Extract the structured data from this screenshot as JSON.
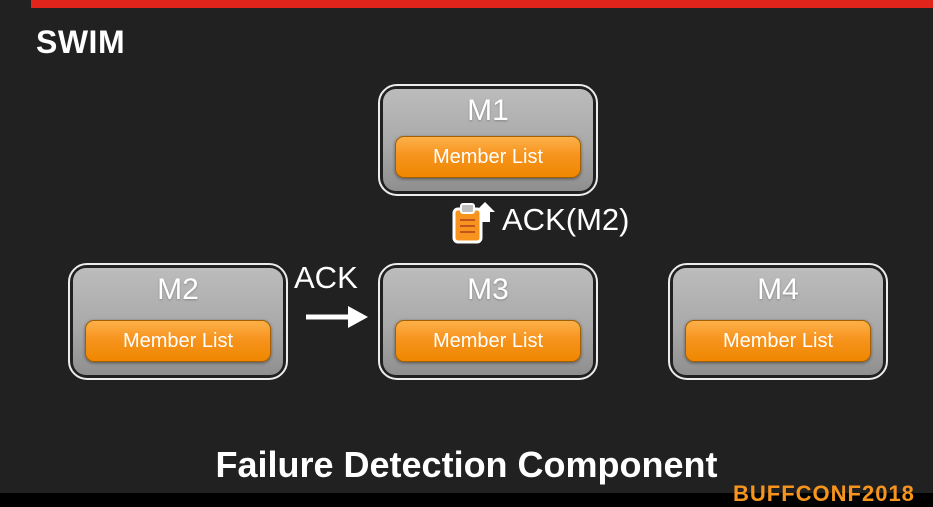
{
  "slide": {
    "title": "SWIM",
    "caption": "Failure Detection Component",
    "watermark": "BUFFCONF2018"
  },
  "colors": {
    "accent_red": "#e0241c",
    "orange": "#f7941e",
    "background": "#212121",
    "node_gray": "#a9a9a9",
    "text_white": "#ffffff"
  },
  "nodes": [
    {
      "id": "M1",
      "label": "M1",
      "button": "Member List"
    },
    {
      "id": "M2",
      "label": "M2",
      "button": "Member List"
    },
    {
      "id": "M3",
      "label": "M3",
      "button": "Member List"
    },
    {
      "id": "M4",
      "label": "M4",
      "button": "Member List"
    }
  ],
  "annotations": {
    "ack": "ACK",
    "ack_m2": "ACK(M2)"
  },
  "icons": {
    "clipboard": "clipboard-icon",
    "arrow_right": "arrow-right-icon",
    "arrow_up": "arrow-up-icon"
  }
}
